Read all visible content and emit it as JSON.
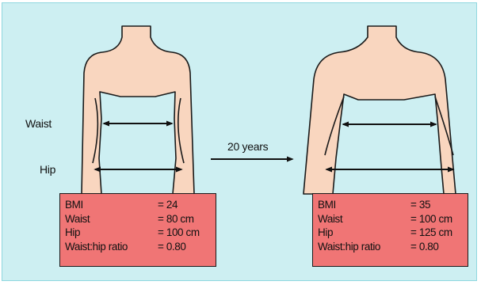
{
  "labels": {
    "waist": "Waist",
    "hip": "Hip",
    "time": "20 years"
  },
  "before": {
    "rows": [
      {
        "key": "BMI",
        "value": "= 24"
      },
      {
        "key": "Waist",
        "value": "= 80 cm"
      },
      {
        "key": "Hip",
        "value": "= 100 cm"
      },
      {
        "key": "Waist:hip ratio",
        "value": "= 0.80"
      }
    ]
  },
  "after": {
    "rows": [
      {
        "key": "BMI",
        "value": "= 35"
      },
      {
        "key": "Waist",
        "value": "= 100 cm"
      },
      {
        "key": "Hip",
        "value": "= 125 cm"
      },
      {
        "key": "Waist:hip ratio",
        "value": "= 0.80"
      }
    ]
  },
  "colors": {
    "background": "#cdeff2",
    "skin": "#f9d6bf",
    "table": "#f07575"
  }
}
